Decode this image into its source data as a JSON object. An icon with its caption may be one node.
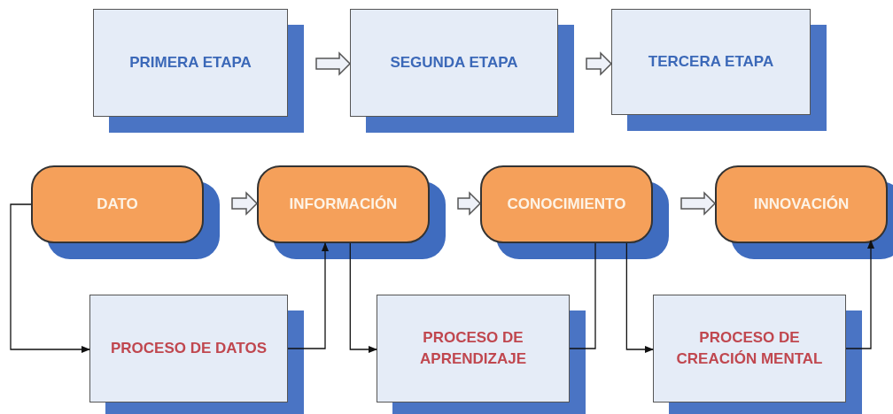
{
  "diagram": {
    "nodes": [
      {
        "text": [
          "PRIMERA ETAPA"
        ]
      },
      {
        "text": [
          "SEGUNDA ETAPA"
        ]
      },
      {
        "text": [
          "TERCERA ETAPA"
        ]
      },
      {
        "text": [
          "DATO"
        ]
      },
      {
        "text": [
          "INFORMACIÓN"
        ]
      },
      {
        "text": [
          "CONOCIMIENTO"
        ]
      },
      {
        "text": [
          "INNOVACIÓN"
        ]
      },
      {
        "text": [
          "PROCESO DE DATOS"
        ]
      },
      {
        "text": [
          "PROCESO DE APRENDIZAJE"
        ]
      },
      {
        "text": [
          "PROCESO DE CREACIÓN MENTAL"
        ]
      }
    ],
    "edges": [
      {
        "from": 0,
        "to": 1,
        "arrow": "to",
        "style": "thick"
      },
      {
        "from": 1,
        "to": 2,
        "arrow": "to",
        "style": "thick"
      },
      {
        "from": 3,
        "to": 4,
        "arrow": "to",
        "style": "thick"
      },
      {
        "from": 4,
        "to": 5,
        "arrow": "to",
        "style": "thick"
      },
      {
        "from": 5,
        "to": 6,
        "arrow": "to",
        "style": "thick"
      },
      {
        "from": 3,
        "to": 7,
        "arrow": "to"
      },
      {
        "from": 7,
        "to": 4,
        "arrow": "to"
      },
      {
        "from": 4,
        "to": 8,
        "arrow": "to"
      },
      {
        "from": 8,
        "to": 5,
        "arrow": "none"
      },
      {
        "from": 5,
        "to": 9,
        "arrow": "to"
      },
      {
        "from": 9,
        "to": 6,
        "arrow": "to"
      }
    ]
  }
}
